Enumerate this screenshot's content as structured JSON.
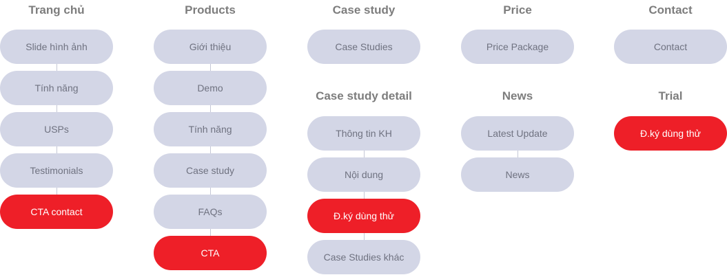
{
  "columns": [
    {
      "sections": [
        {
          "heading": "Trang chủ",
          "items": [
            {
              "label": "Slide hình ảnh",
              "highlight": false
            },
            {
              "label": "Tính năng",
              "highlight": false
            },
            {
              "label": "USPs",
              "highlight": false
            },
            {
              "label": "Testimonials",
              "highlight": false
            },
            {
              "label": "CTA contact",
              "highlight": true
            }
          ]
        }
      ]
    },
    {
      "sections": [
        {
          "heading": "Products",
          "items": [
            {
              "label": "Giới thiệu",
              "highlight": false
            },
            {
              "label": "Demo",
              "highlight": false
            },
            {
              "label": "Tính năng",
              "highlight": false
            },
            {
              "label": "Case study",
              "highlight": false
            },
            {
              "label": "FAQs",
              "highlight": false
            },
            {
              "label": "CTA",
              "highlight": true
            }
          ]
        }
      ]
    },
    {
      "sections": [
        {
          "heading": "Case study",
          "items": [
            {
              "label": "Case Studies",
              "highlight": false
            }
          ]
        },
        {
          "heading": "Case study detail",
          "items": [
            {
              "label": "Thông tin KH",
              "highlight": false
            },
            {
              "label": "Nội dung",
              "highlight": false
            },
            {
              "label": "Đ.ký dùng thử",
              "highlight": true
            },
            {
              "label": "Case Studies khác",
              "highlight": false
            }
          ]
        }
      ]
    },
    {
      "sections": [
        {
          "heading": "Price",
          "items": [
            {
              "label": "Price Package",
              "highlight": false
            }
          ]
        },
        {
          "heading": "News",
          "items": [
            {
              "label": "Latest Update",
              "highlight": false
            },
            {
              "label": "News",
              "highlight": false
            }
          ]
        }
      ]
    },
    {
      "sections": [
        {
          "heading": "Contact",
          "items": [
            {
              "label": "Contact",
              "highlight": false
            }
          ]
        },
        {
          "heading": "Trial",
          "items": [
            {
              "label": "Đ.ký dùng thử",
              "highlight": true
            }
          ]
        }
      ]
    }
  ]
}
